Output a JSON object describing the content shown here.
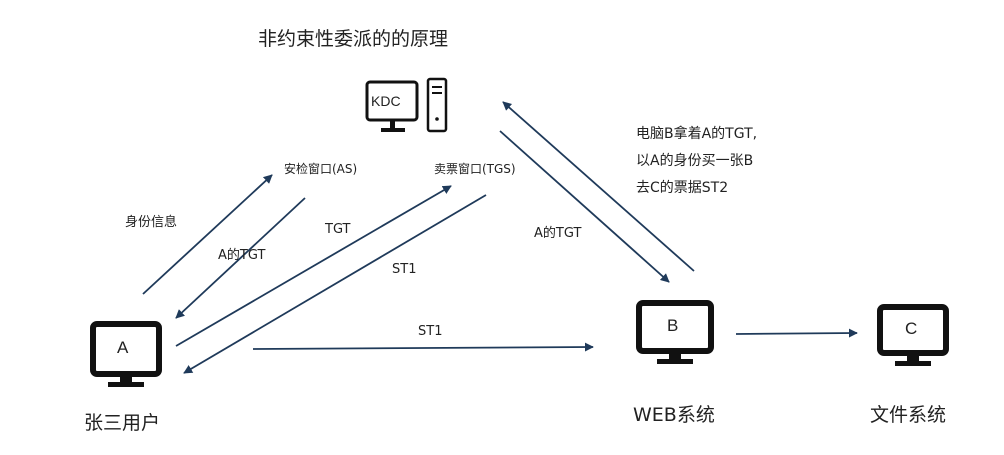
{
  "title": "非约束性委派的的原理",
  "kdc": {
    "label": "KDC"
  },
  "windows": {
    "as": "安检窗口(AS)",
    "tgs": "卖票窗口(TGS)"
  },
  "flows": {
    "identity": "身份信息",
    "a_tgt_from_as": "A的TGT",
    "tgt_to_tgs": "TGT",
    "st1_from_tgs": "ST1",
    "st1_to_b": "ST1",
    "a_tgt_to_b": "A的TGT"
  },
  "note": [
    "电脑B拿着A的TGT,",
    "以A的身份买一张B",
    "去C的票据ST2"
  ],
  "nodes": {
    "a": {
      "letter": "A",
      "caption": "张三用户"
    },
    "b": {
      "letter": "B",
      "caption": "WEB系统"
    },
    "c": {
      "letter": "C",
      "caption": "文件系统"
    }
  },
  "colors": {
    "arrow": "#1f3a5a",
    "monitor": "#111111"
  }
}
